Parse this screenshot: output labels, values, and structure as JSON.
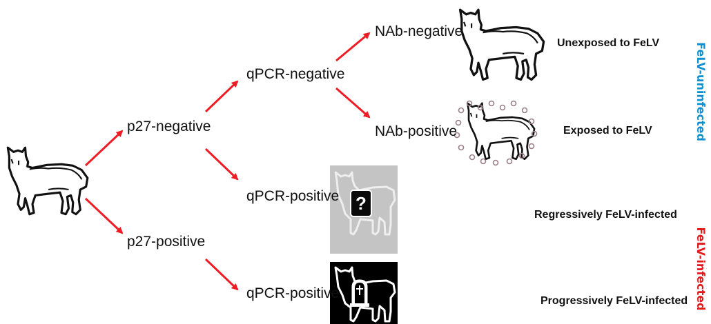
{
  "colors": {
    "arrow": "#ee1c25",
    "uninfected": "#0e8fcf",
    "infected": "#e11a1a",
    "cat_outline": "#111111",
    "regressive_box": "#c4c4c4",
    "progressive_box": "#000000"
  },
  "nodes": {
    "p27_negative": "p27-negative",
    "p27_positive": "p27-positive",
    "qpcr_negative": "qPCR-negative",
    "qpcr_positive_regressive": "qPCR-positive",
    "qpcr_positive_progressive": "qPCR-positive",
    "nab_negative": "NAb-negative",
    "nab_positive": "NAb-positive"
  },
  "outcomes": {
    "unexposed": "Unexposed to FeLV",
    "exposed": "Exposed to FeLV",
    "regressive": "Regressively FeLV-infected",
    "progressive": "Progressively FeLV-infected"
  },
  "categories": {
    "uninfected": "FeLV-uninfected",
    "infected": "FeLV-infected"
  },
  "icons": {
    "start": "cat-icon",
    "unexposed": "cat-icon",
    "exposed": "cat-with-virus-particles-icon",
    "regressive": "gray-cat-with-question-mark-icon",
    "progressive": "black-cat-with-gravestone-icon",
    "question_mark": "?"
  }
}
